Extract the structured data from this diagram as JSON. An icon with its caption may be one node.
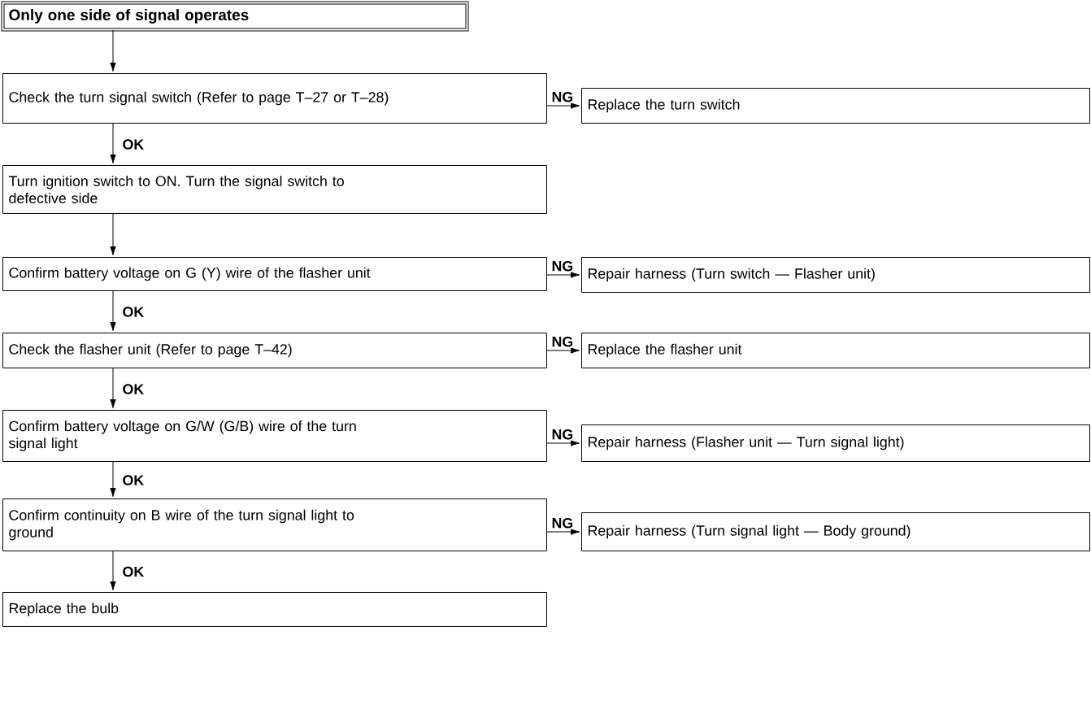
{
  "diagram": {
    "nodes": [
      {
        "text": [
          "Only one side of signal operates"
        ]
      },
      {
        "text": [
          "Check the turn signal switch (Refer to page T–27 or T–28)"
        ]
      },
      {
        "text": [
          "Replace the turn switch"
        ]
      },
      {
        "text": [
          "Turn ignition switch to ON. Turn the signal switch to defective side"
        ]
      },
      {
        "text": [
          "Confirm battery voltage on G (Y) wire of the flasher unit"
        ]
      },
      {
        "text": [
          "Repair harness (Turn switch — Flasher unit)"
        ]
      },
      {
        "text": [
          "Check the flasher unit (Refer to page T–42)"
        ]
      },
      {
        "text": [
          "Replace the flasher unit"
        ]
      },
      {
        "text": [
          "Confirm battery voltage on G/W (G/B) wire of the turn signal light"
        ]
      },
      {
        "text": [
          "Repair harness (Flasher unit — Turn signal light)"
        ]
      },
      {
        "text": [
          "Confirm continuity on B wire of the turn signal light to ground"
        ]
      },
      {
        "text": [
          "Repair harness (Turn signal light — Body ground)"
        ]
      },
      {
        "text": [
          "Replace the bulb"
        ]
      }
    ],
    "edges": [
      {
        "from": 0,
        "to": 1,
        "arrow": "to"
      },
      {
        "from": 1,
        "to": 2,
        "arrow": "to",
        "label": "NG"
      },
      {
        "from": 1,
        "to": 3,
        "arrow": "to",
        "label": "OK"
      },
      {
        "from": 3,
        "to": 4,
        "arrow": "to"
      },
      {
        "from": 4,
        "to": 5,
        "arrow": "to",
        "label": "NG"
      },
      {
        "from": 4,
        "to": 6,
        "arrow": "to",
        "label": "OK"
      },
      {
        "from": 6,
        "to": 7,
        "arrow": "to",
        "label": "NG"
      },
      {
        "from": 6,
        "to": 8,
        "arrow": "to",
        "label": "OK"
      },
      {
        "from": 8,
        "to": 9,
        "arrow": "to",
        "label": "NG"
      },
      {
        "from": 8,
        "to": 10,
        "arrow": "to",
        "label": "OK"
      },
      {
        "from": 10,
        "to": 11,
        "arrow": "to",
        "label": "NG"
      },
      {
        "from": 10,
        "to": 12,
        "arrow": "to",
        "label": "OK"
      }
    ]
  }
}
